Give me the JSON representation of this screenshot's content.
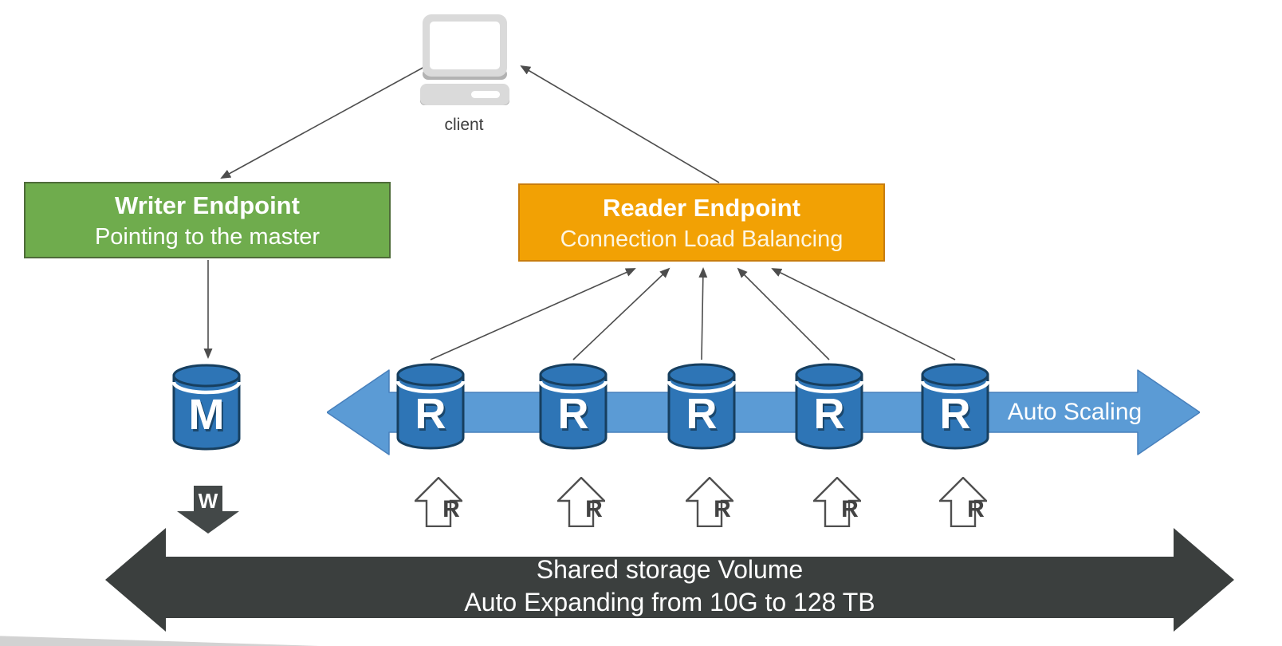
{
  "client": {
    "label": "client"
  },
  "writer": {
    "title": "Writer Endpoint",
    "subtitle": "Pointing to the master"
  },
  "reader": {
    "title": "Reader Endpoint",
    "subtitle": "Connection Load Balancing"
  },
  "master": {
    "letter": "M"
  },
  "replicas": [
    {
      "letter": "R"
    },
    {
      "letter": "R"
    },
    {
      "letter": "R"
    },
    {
      "letter": "R"
    },
    {
      "letter": "R"
    }
  ],
  "write_flow": {
    "letter": "W"
  },
  "read_flows": [
    {
      "letter": "R"
    },
    {
      "letter": "R"
    },
    {
      "letter": "R"
    },
    {
      "letter": "R"
    },
    {
      "letter": "R"
    }
  ],
  "auto_scaling": {
    "label": "Auto Scaling"
  },
  "storage": {
    "line1": "Shared storage Volume",
    "line2": "Auto Expanding from 10G to 128 TB"
  },
  "colors": {
    "writer_fill": "#6FAC4D",
    "writer_border": "#4E6B39",
    "reader_fill": "#F2A104",
    "reader_border": "#C87D0E",
    "cylinder_fill": "#2E75B6",
    "cylinder_outline": "#173F5F",
    "scaling_arrow": "#5B9BD5",
    "storage_arrow": "#3B3F3E",
    "write_arrow": "#434848",
    "connector": "#4D4D4D",
    "laptop_gray": "#DADADA"
  }
}
